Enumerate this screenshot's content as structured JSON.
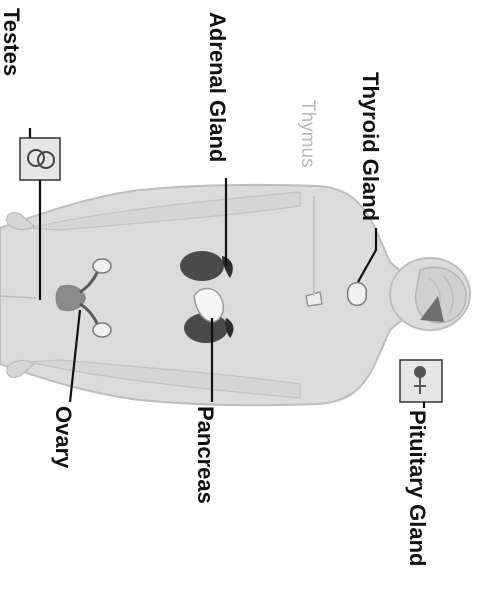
{
  "labels": {
    "testes": "Testes",
    "adrenal_gland": "Adrenal Gland",
    "thymus": "Thymus",
    "thyroid_gland": "Thyroid Gland",
    "pituitary_gland": "Pituitary Gland",
    "pancreas": "Pancreas",
    "ovary": "Ovary"
  },
  "colors": {
    "body_fill": "#dcdcdc",
    "body_outline": "#bdbdbd",
    "organ_dark": "#4a4a4a",
    "organ_light": "#f2f2f2",
    "label_text": "#111111",
    "thymus_text": "#b9b9b9"
  }
}
